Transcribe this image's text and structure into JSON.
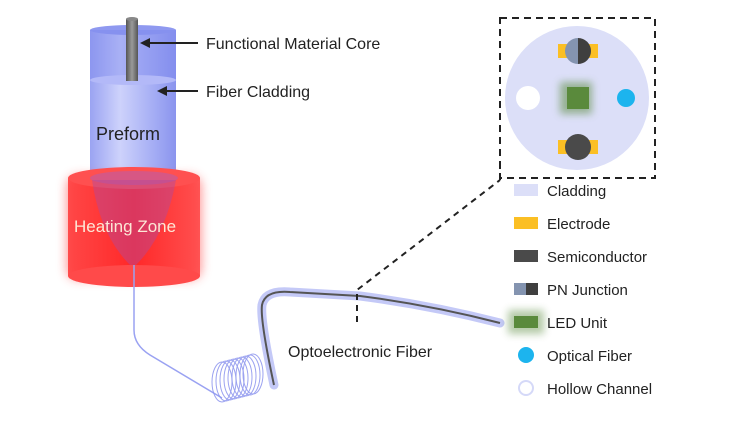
{
  "labels": {
    "core": "Functional Material Core",
    "cladding": "Fiber Cladding",
    "preform": "Preform",
    "heating_zone": "Heating Zone",
    "fiber": "Optoelectronic Fiber"
  },
  "legend": [
    {
      "label": "Cladding",
      "icon": "cladding-swatch",
      "color": "#dcdff8"
    },
    {
      "label": "Electrode",
      "icon": "electrode-swatch",
      "color": "#fbbf24"
    },
    {
      "label": "Semiconductor",
      "icon": "semiconductor-swatch",
      "color": "#4a4a4a"
    },
    {
      "label": "PN Junction",
      "icon": "pn-junction-swatch",
      "colors": [
        "#8494b0",
        "#3f3f3f"
      ]
    },
    {
      "label": "LED Unit",
      "icon": "led-unit-swatch",
      "color": "#5a8a3c"
    },
    {
      "label": "Optical Fiber",
      "icon": "optical-fiber-dot",
      "color": "#1cb4ee"
    },
    {
      "label": "Hollow Channel",
      "icon": "hollow-channel-ring",
      "color": "#dcdff8"
    }
  ],
  "colors": {
    "preform": "#9aa4f2",
    "heating": "#ff2a2a",
    "core": "#6b6b6b",
    "cross_section": "#dcdff8"
  }
}
